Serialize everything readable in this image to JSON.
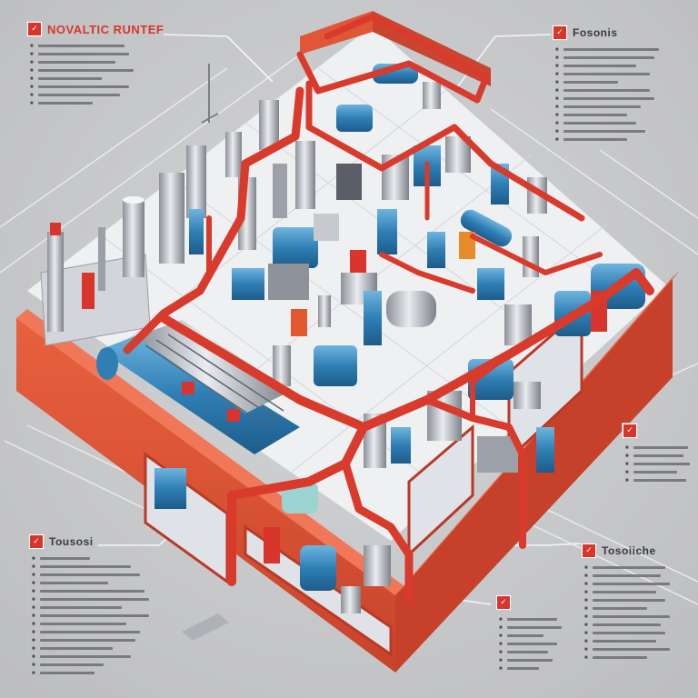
{
  "header": {
    "title": "NOVALTIC RUNTEF"
  },
  "callouts": {
    "tr": {
      "title": "Fosonis"
    },
    "bl": {
      "title": "Tousosi"
    },
    "br": {
      "title": "Tosoiiche"
    }
  },
  "colors": {
    "accent_red": "#d8362c",
    "wall_red": "#e2533a",
    "pipe_red": "#d83a2c",
    "equipment_blue": "#3c86b8",
    "background": "#c6c7c9",
    "floor": "#eef0f2"
  },
  "icons": [
    "badge-icon"
  ]
}
